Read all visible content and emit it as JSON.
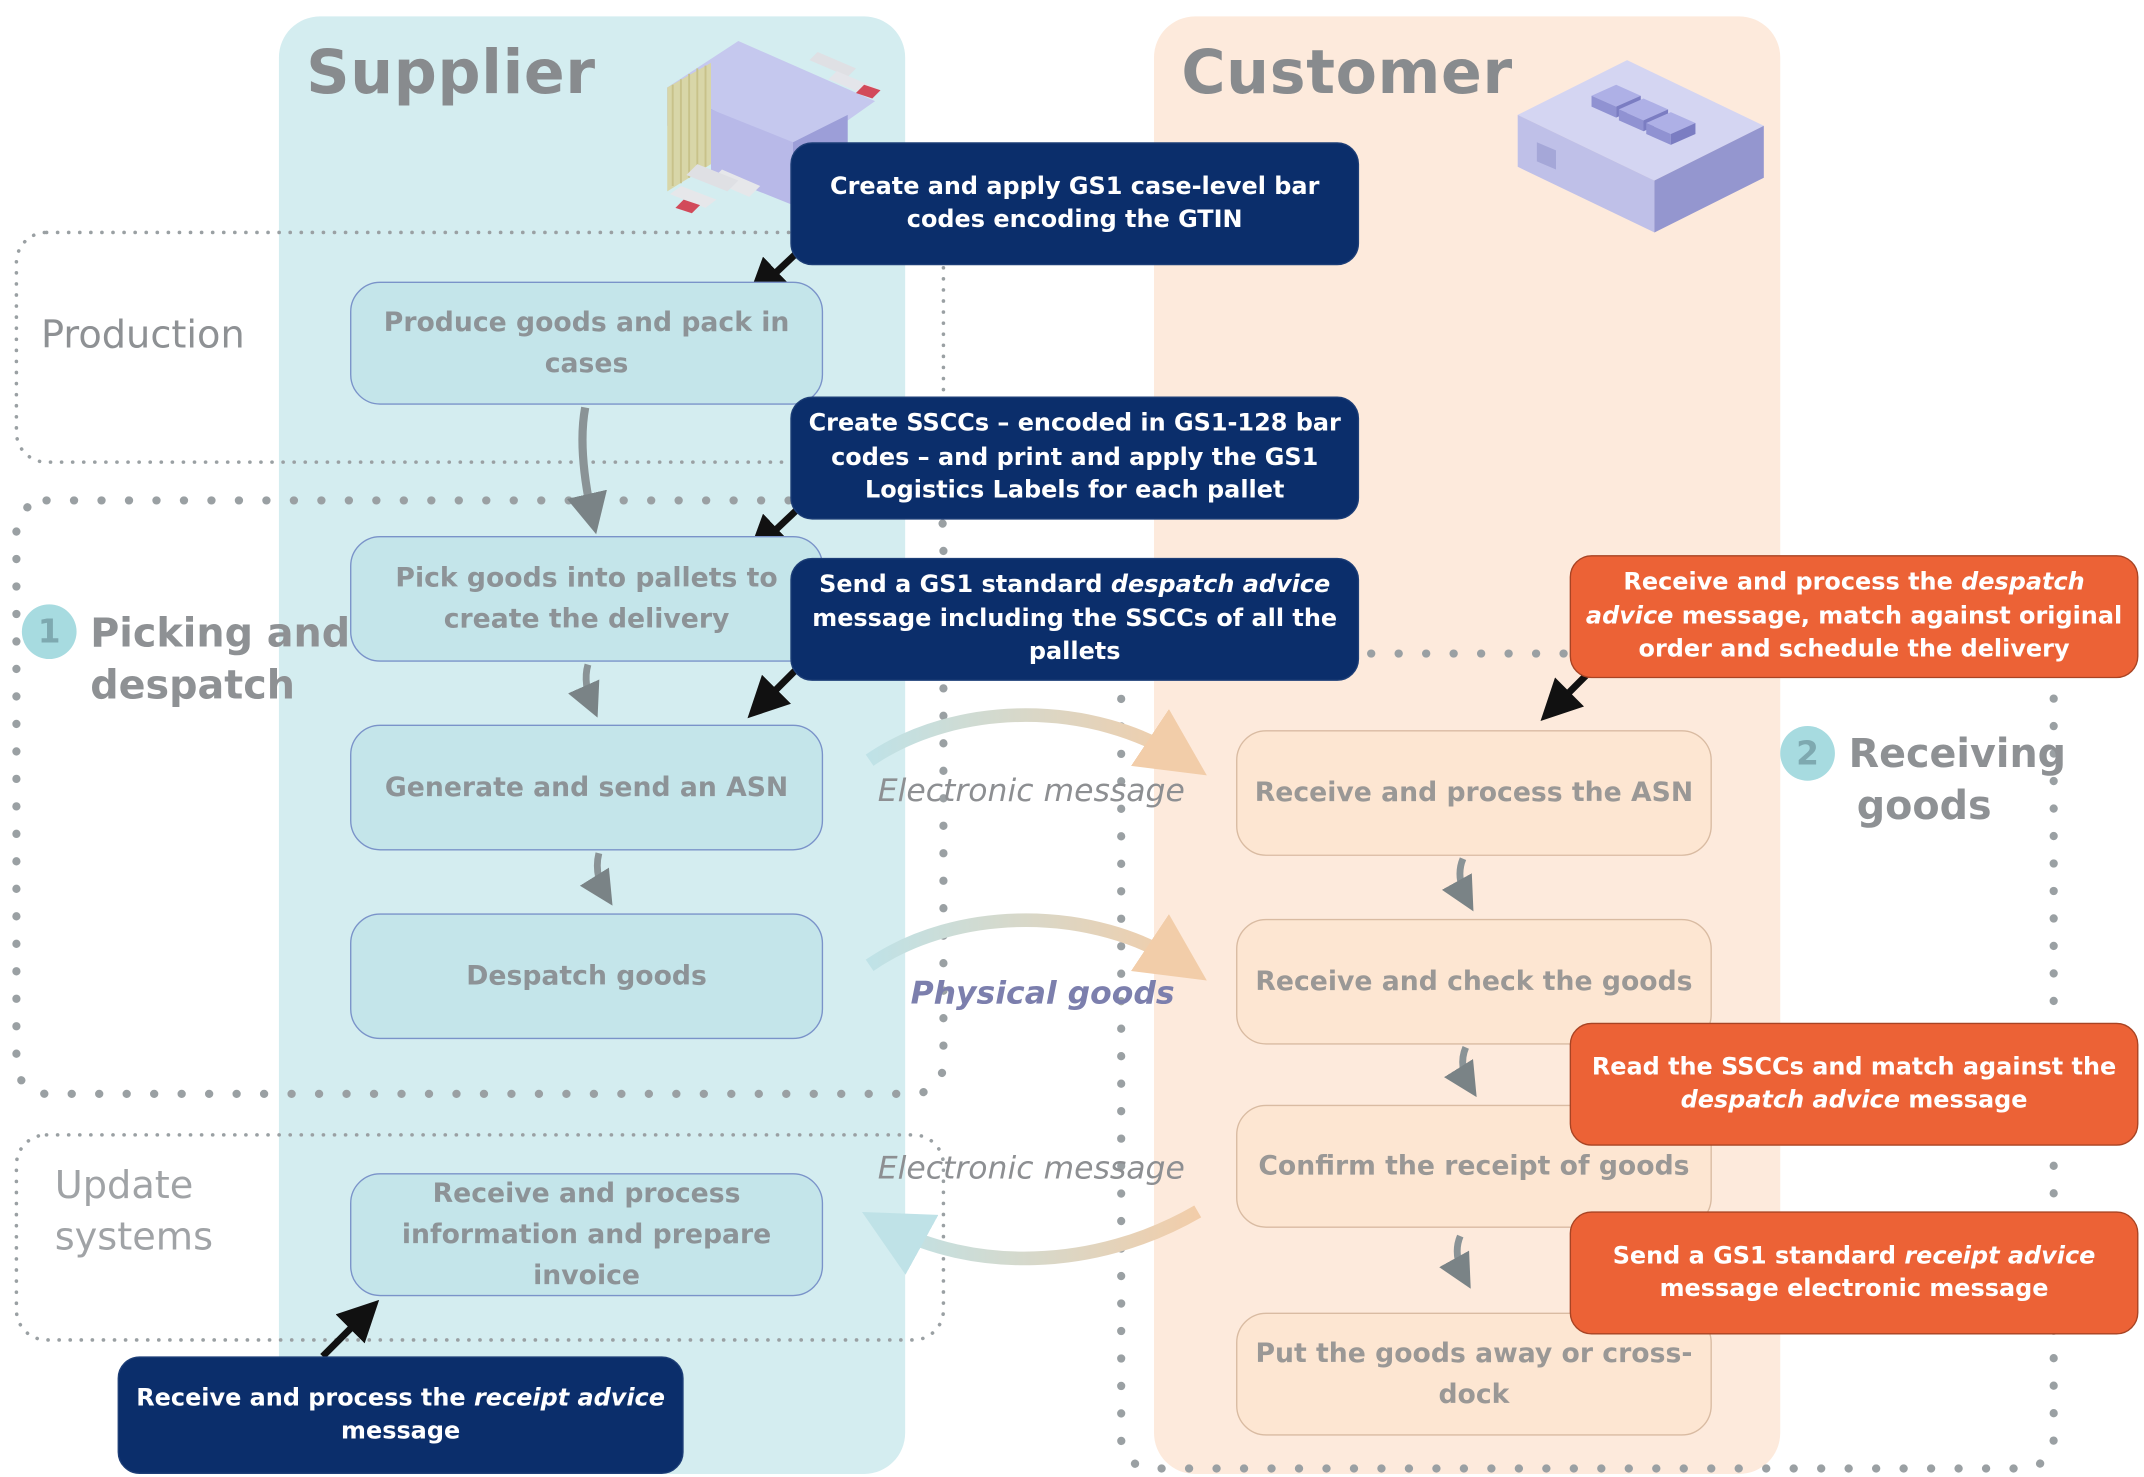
{
  "lanes": {
    "supplier": "Supplier",
    "customer": "Customer"
  },
  "phases": {
    "production": "Production",
    "picking_num": "1",
    "picking_line1": "Picking and",
    "picking_line2": "despatch",
    "update_line1": "Update",
    "update_line2": "systems",
    "receiving_num": "2",
    "receiving_line1": "Receiving",
    "receiving_line2": "goods"
  },
  "supplier_steps": [
    "Produce goods and pack in cases",
    "Pick goods into pallets to create the delivery",
    "Generate and send an ASN",
    "Despatch goods",
    "Receive and process information and prepare invoice"
  ],
  "customer_steps": [
    "Receive and process the ASN",
    "Receive and check the goods",
    "Confirm the receipt of goods",
    "Put the goods away or cross-dock"
  ],
  "flow_labels": {
    "electronic_1": "Electronic message",
    "physical": "Physical goods",
    "electronic_2": "Electronic message"
  },
  "callouts": {
    "c1": "Create and apply GS1 case-level bar codes encoding the GTIN",
    "c2": "Create SSCCs – encoded in GS1-128 bar codes – and print and apply the GS1 Logistics Labels for each pallet",
    "c3_a": "Send a GS1 standard ",
    "c3_i": "despatch advice",
    "c3_b": " message including the SSCCs of all the pallets",
    "c4_a": "Receive and process the ",
    "c4_i": "receipt advice",
    "c4_b": " message",
    "c5_a": "Receive and process the ",
    "c5_i": "despatch advice",
    "c5_b": " message, match against original order and schedule the delivery",
    "c6_a": "Read the SSCCs and match against the ",
    "c6_i": "despatch advice",
    "c6_b": " message",
    "c7_a": "Send a GS1 standard ",
    "c7_i": "receipt advice",
    "c7_b": " message electronic message"
  },
  "colors": {
    "supplier_lane": "#d4edf0",
    "customer_lane": "#fdeadc",
    "navy_callout": "#0b2e6b",
    "orange_callout": "#ec6236"
  },
  "icons": [
    "supplier-factory-icon",
    "customer-warehouse-icon"
  ]
}
